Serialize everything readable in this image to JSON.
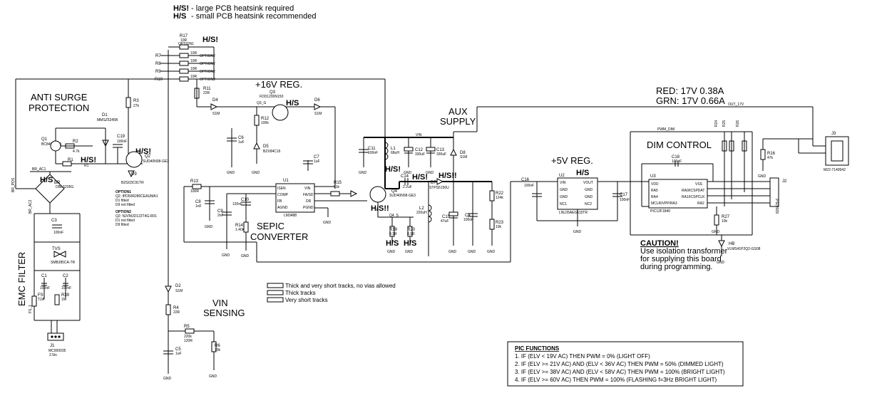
{
  "heatsink_notes": [
    {
      "code": "H/S!",
      "text": "- large PCB heatsink required"
    },
    {
      "code": "H/S",
      "text": "- small PCB heatsink recommended"
    }
  ],
  "section_titles": {
    "anti_surge": [
      "ANTI SURGE",
      "PROTECTION"
    ],
    "emc_filter": "EMC FILTER",
    "reg16": "+16V REG.",
    "sepic": [
      "SEPIC",
      "CONVERTER"
    ],
    "aux": [
      "AUX",
      "SUPPLY"
    ],
    "reg5": "+5V REG.",
    "dim": "DIM CONTROL",
    "vin": [
      "VIN",
      "SENSING"
    ],
    "red_current": "RED: 17V 0.38A",
    "grn_current": "GRN: 17V 0.66A"
  },
  "hs_marks": {
    "r17": "H/S!",
    "q2": "H/S!",
    "q1r1": "H/S!",
    "br": "H/S",
    "q3": "H/S",
    "u2": "H/S",
    "l1": "H/S!",
    "c14": "H/S!",
    "d7": "H/S!!",
    "q4": "H/S!!",
    "r19": "H/S",
    "r20": "H/S"
  },
  "resistor_bank": [
    {
      "ref": "R17",
      "value": "10R",
      "note": "OPTION1"
    },
    {
      "ref": "R7",
      "value": "10R",
      "note": "OPTION2"
    },
    {
      "ref": "R8",
      "value": "10R",
      "note": "OPTION2"
    },
    {
      "ref": "R9",
      "value": "10R",
      "note": "OPTION2"
    },
    {
      "ref": "R10",
      "value": "10R",
      "note": "OPTION2"
    }
  ],
  "components": {
    "r3": [
      "R3",
      "27k"
    ],
    "d1": [
      "D1",
      "MMSZ5245B"
    ],
    "q1": [
      "Q1",
      "BC846B,215"
    ],
    "r2": [
      "R2",
      "4.7k"
    ],
    "r1": [
      "R1",
      "R1"
    ],
    "c19": [
      "C19",
      "100nF"
    ],
    "q2": [
      "Q2",
      "SUD40N08-GE3"
    ],
    "d9": [
      "D9",
      "BZG03C91TR"
    ],
    "br": [
      "BR",
      "DBLS205G"
    ],
    "br_ac1": "BR_AC1",
    "br_pos": "BR_POS",
    "br_ac2": "BR_AC2",
    "c3": [
      "C3",
      "100nF"
    ],
    "tvs": [
      "TVS",
      "SMBJ85CA-TR"
    ],
    "c1": [
      "C1",
      "100nF"
    ],
    "c2": [
      "C2",
      "100nF"
    ],
    "fs": [
      "FS",
      "T2A"
    ],
    "fs_pin": "FS_1",
    "r39": [
      "R39",
      "1M"
    ],
    "j1": [
      "J1",
      "MC000035",
      "2.5in"
    ],
    "r11": [
      "R11",
      "22R"
    ],
    "d4": [
      "D4",
      "S1M"
    ],
    "q3": [
      "Q3",
      "FDD1200N150"
    ],
    "q3_gate": "Q3_G",
    "d6": [
      "D6",
      "S1M"
    ],
    "r12": [
      "R12",
      "100k"
    ],
    "c6": [
      "C6",
      "1uF"
    ],
    "d5": [
      "D5",
      "BZX84C16"
    ],
    "c7": [
      "C7",
      "1uF"
    ],
    "u1": [
      "U1",
      "LM3488"
    ],
    "u1_pins_left": [
      "ISEN",
      "COMP",
      "FB",
      "AGND"
    ],
    "u1_pins_right": [
      "VIN",
      "FA/SD",
      "DR",
      "PGND"
    ],
    "r13": [
      "R13",
      "100R"
    ],
    "c8": [
      "C8",
      "1nF"
    ],
    "c9": [
      "C9",
      "2nF"
    ],
    "c10": [
      "C10",
      "120nF"
    ],
    "r14": [
      "R14",
      "1.40k"
    ],
    "r15": [
      "R15",
      "51k"
    ],
    "c11": [
      "C11",
      "100nF"
    ],
    "l1": [
      "L1",
      "68uH"
    ],
    "c12": [
      "C12",
      "330uF"
    ],
    "c13": [
      "C13",
      "330uF"
    ],
    "d8": [
      "D8",
      "S1M"
    ],
    "vin_net": "VIN",
    "q4": [
      "Q4",
      "SUD40N08-GE3"
    ],
    "q4_src": "Q4_S",
    "c14": [
      "C14",
      "2.2uF"
    ],
    "d7": [
      "D7",
      "STPS5150U"
    ],
    "l2": [
      "L2",
      "220uH"
    ],
    "c15": [
      "C15",
      "47uF"
    ],
    "c4": [
      "C4",
      "100nF"
    ],
    "r19": [
      "R19",
      "0.1R"
    ],
    "r20": [
      "R20",
      "0.1R"
    ],
    "r22": [
      "R22",
      "124k"
    ],
    "r23": [
      "R23",
      "10k"
    ],
    "c16": [
      "C16",
      "100nF"
    ],
    "u2": [
      "U2",
      "LNL05AEG115TR"
    ],
    "u2_pins_left": [
      "VIN",
      "GND",
      "GND",
      "NC1"
    ],
    "u2_pins_right": [
      "VOUT",
      "GND",
      "GND",
      "NC2"
    ],
    "c17": [
      "C17",
      "100nF"
    ],
    "pwm_net": "PWM_DIM",
    "out_net": "OUT_17V",
    "r24": "R24",
    "r25": "R25",
    "r26": "R26",
    "c18": [
      "C18",
      "100nF"
    ],
    "u3": [
      "U3",
      "PIC12F1840"
    ],
    "u3_pins_left": [
      "VDD",
      "RA5",
      "RA4",
      "MCLR/VPP/RA3"
    ],
    "u3_pins_right": [
      "VSS",
      "RA0/ICSPDAT",
      "RA1/ICSPCLK",
      "RA2"
    ],
    "r27": [
      "R27",
      "10k"
    ],
    "hb": [
      "HB",
      "VLMS41P2Q2-GS08"
    ],
    "r16": [
      "R16",
      "47k"
    ],
    "j3": [
      "J3",
      "M22-7140542"
    ],
    "j2": [
      "J2",
      "826629-6"
    ],
    "d2": [
      "D2",
      "S1M"
    ],
    "r4": [
      "R4",
      "22R"
    ],
    "r5": [
      "R5",
      "220k",
      "120R"
    ],
    "c5": [
      "C5",
      "1uF"
    ],
    "r6": [
      "R6",
      "10k"
    ],
    "gnd": "GND"
  },
  "options_note": {
    "option1": [
      "OPTION1",
      "Q2: IPD50R280CEAUMA1",
      "D1 fitted",
      "D9 not fitted"
    ],
    "option2": [
      "OPTION2",
      "Q2: NJVMJD122T4G-R01",
      "D1 not fitted",
      "D9 fitted"
    ]
  },
  "caution": {
    "title": "CAUTION!",
    "lines": [
      "Use isolation transformer",
      "for supplying this board",
      "during programming."
    ]
  },
  "track_legend": [
    "Thick and very short tracks, no vias allowed",
    "Thick tracks",
    "Very short tracks"
  ],
  "pic_functions": {
    "title": "PIC FUNCTIONS",
    "items": [
      "1. IF (ELV < 19V AC) THEN PWM = 0% (LIGHT OFF)",
      "2. IF (ELV >= 21V AC) AND (ELV < 36V AC) THEN PWM = 50% (DIMMED LIGHT)",
      "3. IF (ELV >= 38V AC) AND (ELV < 58V AC) THEN PWM = 100% (BRIGHT LIGHT)",
      "4. IF (ELV >= 60V AC) THEN PWM = 100% (FLASHING f=3Hz BRIGHT LIGHT)"
    ]
  }
}
